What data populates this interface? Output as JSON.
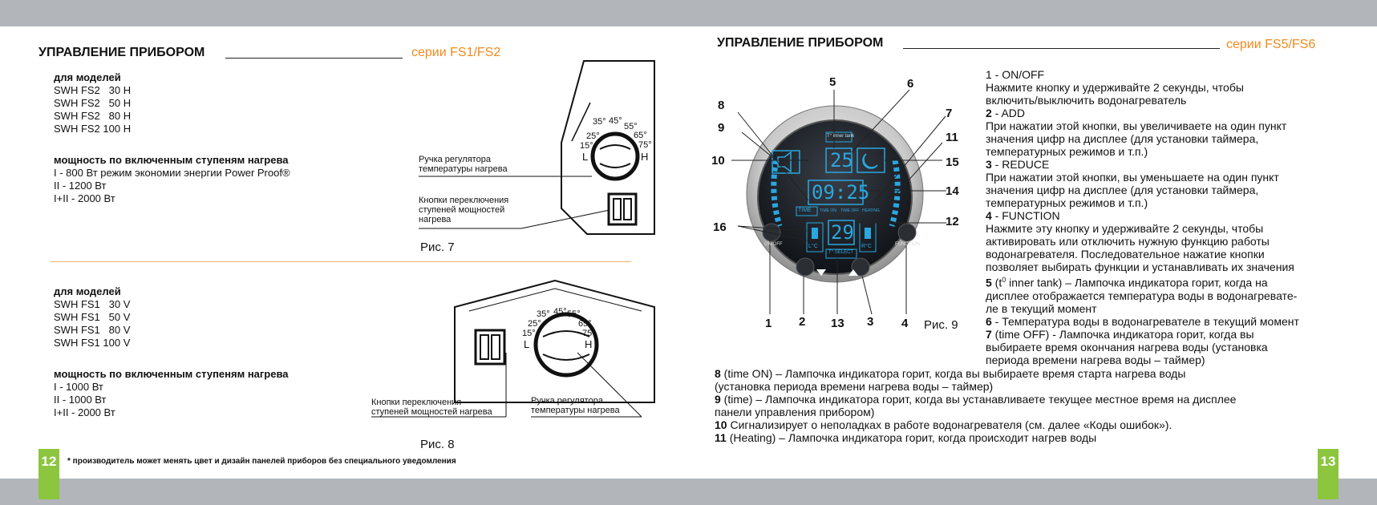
{
  "left": {
    "title": "УПРАВЛЕНИЕ ПРИБОРОМ",
    "series": "серии FS1/FS2",
    "section1": {
      "models_heading": "для моделей",
      "models": [
        "SWH FS2   30 H",
        "SWH FS2   50 H",
        "SWH FS2   80 H",
        "SWH FS2 100 H"
      ],
      "power_heading": "мощность по включенным ступеням нагрева",
      "power": [
        "I - 800 Вт режим экономии энергии Power Proof®",
        "II - 1200 Вт",
        "I+II - 2000 Вт"
      ],
      "label_knob": [
        "Ручка регулятора",
        "температуры нагрева"
      ],
      "label_buttons": [
        "Кнопки переключения",
        "ступеней мощностей",
        "нагрева"
      ],
      "temps": [
        "15°",
        "25°",
        "35°",
        "45°",
        "55°",
        "65°",
        "75°"
      ],
      "L": "L",
      "H": "H",
      "figure": "Рис. 7"
    },
    "section2": {
      "models_heading": "для моделей",
      "models": [
        "SWH FS1   30 V",
        "SWH FS1   50 V",
        "SWH FS1   80 V",
        "SWH FS1 100 V"
      ],
      "power_heading": "мощность по включенным ступеням нагрева",
      "power": [
        "I - 1000 Вт",
        "II - 1000 Вт",
        "I+II - 2000 Вт"
      ],
      "label_buttons": [
        "Кнопки переключения",
        "ступеней мощностей нагрева"
      ],
      "label_knob": [
        "Ручка регулятора",
        "температуры нагрева"
      ],
      "temps": [
        "15°",
        "25°",
        "35°",
        "45°",
        "55°",
        "65°",
        "75°"
      ],
      "L": "L",
      "H": "H",
      "figure": "Рис. 8"
    },
    "footnote": "* производитель может менять цвет и дизайн панелей приборов  без специального уведомления",
    "page_number": "12"
  },
  "right": {
    "title": "УПРАВЛЕНИЕ ПРИБОРОМ",
    "series": "серии FS5/FS6",
    "panel": {
      "temp_label": "T° inner tank",
      "temp_value": "25",
      "time_value": "09:25",
      "time_label": "TIME",
      "tags": [
        "TIME ON",
        "TIME OFF",
        "HEATING"
      ],
      "small_value": "29",
      "select_label": "T° SELECT",
      "lc": "L°C",
      "rc": "R°C",
      "onoff": "ON/OFF",
      "function": "FUNCTION"
    },
    "callouts": [
      "1",
      "2",
      "13",
      "3",
      "4",
      "5",
      "6",
      "7",
      "8",
      "9",
      "10",
      "11",
      "12",
      "14",
      "15",
      "16"
    ],
    "figure": "Рис. 9",
    "items": [
      {
        "head": "1 - ON/OFF",
        "body": [
          "Нажмите кнопку и удерживайте 2 секунды, чтобы",
          "включить/выключить водонагреватель"
        ]
      },
      {
        "num": "2",
        "head": " - ADD",
        "body": [
          "При нажатии этой кнопки, вы увеличиваете на один пункт",
          "значения цифр на дисплее (для установки таймера,",
          "температурных режимов и т.п.)"
        ]
      },
      {
        "num": "3",
        "head": " - REDUCE",
        "body": [
          "При нажатии этой кнопки, вы уменьшаете на один пункт",
          "значения цифр на дисплее (для установки таймера,",
          "температурных режимов и т.п.)"
        ]
      },
      {
        "num": "4",
        "head": " - FUNCTION",
        "body": [
          "Нажмите эту кнопку и удерживайте 2 секунды, чтобы",
          "активировать или отключить нужную функцию работы",
          "водонагревателя. Последовательное нажатие кнопки",
          "позволяет выбирать функции и устанавливать их значения"
        ]
      }
    ],
    "item5": {
      "num": "5",
      "pre": " (t",
      "sup": "0",
      "rest": " inner tank) – Лампочка индикатора горит, когда на",
      "lines": [
        "дисплее отображается температура воды в водонагревате-",
        "ле в текущий момент"
      ]
    },
    "item6": {
      "num": "6",
      "text": " - Температура воды в водонагревателе в текущий момент"
    },
    "item7": {
      "num": "7",
      "text": " (time OFF) - Лампочка индикатора горит, когда вы",
      "lines": [
        "выбираете время окончания нагрева воды (установка",
        "периода времени нагрева воды – таймер)"
      ]
    },
    "bottom": [
      {
        "num": "8",
        "text": " (time ON) – Лампочка индикатора горит, когда вы выбираете время старта нагрева воды",
        "line2": "(установка периода времени нагрева воды – таймер)"
      },
      {
        "num": "9",
        "text": " (time) – Лампочка индикатора горит, когда вы устанавливаете текущее местное время на дисплее",
        "line2": "панели управления прибором)"
      },
      {
        "num": "10",
        "text": " Сигнализирует о неполадках в работе водонагревателя (см. далее «Коды ошибок»).",
        "line2": ""
      },
      {
        "num": "11",
        "text": " (Heating) – Лампочка индикатора горит, когда происходит нагрев воды",
        "line2": ""
      }
    ],
    "page_number": "13"
  },
  "colors": {
    "accent_orange": "#f18a1e",
    "page_green": "#8cc63f",
    "band_gray": "#b2b6bb",
    "display_blue": "#2aa7e0"
  }
}
